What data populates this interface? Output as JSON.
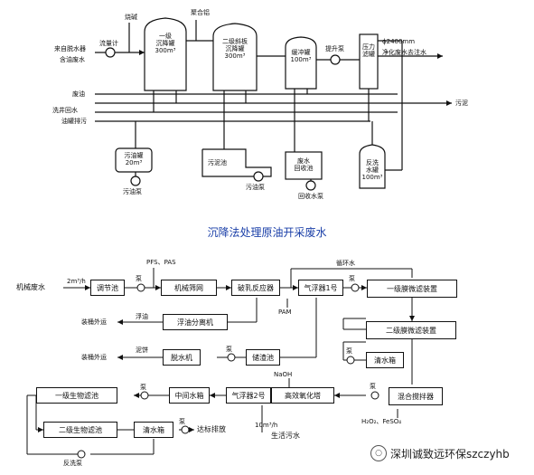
{
  "top_diagram": {
    "caption": "沉降法处理原油开采废水",
    "inlet_labels": {
      "line1": "来自脱水器",
      "line2": "含油废水"
    },
    "left_labels": {
      "waste_oil": "废油",
      "backwash": "洗井回水",
      "drain": "油罐排污"
    },
    "flow_meter": "流量计",
    "chemical_1": "烧碱",
    "chemical_2": "聚合铝",
    "tank_1": {
      "line1": "一级",
      "line2": "沉降罐",
      "line3": "300m³"
    },
    "tank_2": {
      "line1": "二级斜板",
      "line2": "沉降罐",
      "line3": "300m³"
    },
    "tank_3": {
      "line1": "缓冲罐",
      "line2": "100m³"
    },
    "lift_pump": "提升泵",
    "pressure_filter": {
      "line1": "压力",
      "line2": "滤罐"
    },
    "diameter": "ϕ2400mm",
    "outlet": "净化废水去注水",
    "sludge": "污泥",
    "sump_tank": {
      "line1": "污油罐",
      "line2": "20m³"
    },
    "sump_pump": "污油泵",
    "sludge_pond": "污泥池",
    "sludge_pump": "污油泵",
    "recovery_tank": {
      "line1": "废水",
      "line2": "回收池"
    },
    "recovery_pump": "回收水泵",
    "backwash_tank": {
      "line1": "反洗",
      "line2": "水罐",
      "line3": "100m³"
    }
  },
  "bottom_diagram": {
    "input": "机械废水",
    "flow_rate_1": "2m³/h",
    "reagents_1": "PFS、PAS",
    "pump_labels": {
      "p1": "泵",
      "p2": "泵",
      "p3": "泵",
      "p4": "泵",
      "p5": "泵",
      "p6": "泵",
      "p7": "泵"
    },
    "regulating_tank": "调节池",
    "mechanical_screen": "机械筛网",
    "demulsify_reactor": "破乳反应器",
    "float_1": "气浮器1号",
    "circulating_water": "循环水",
    "filter_1": "一级膜微滤装置",
    "filter_2": "二级膜微滤装置",
    "pam": "PAM",
    "floating_oil": "浮油",
    "oil_separator": "浮油分离机",
    "barrel_1": "装桶外运",
    "mud_cake": "泥饼",
    "dewater": "脱水机",
    "residue_tank": "储渣池",
    "barrel_2": "装桶外运",
    "clear_tank_right": "清水箱",
    "naoh": "NaOH",
    "bio_filter_1": "一级生物滤池",
    "middle_tank": "中间水箱",
    "float_2": "气浮器2号",
    "oxidation_tower": "高效氧化塔",
    "mixer": "混合搅拌器",
    "reagents_2": "H₂O₂、FeSO₄",
    "bio_filter_2": "二级生物滤池",
    "clear_tank_bottom": "清水箱",
    "discharge": "达标排放",
    "flow_rate_2": "10m³/h",
    "domestic_sewage": "生活污水",
    "backwash_pump": "反洗泵"
  },
  "watermark": "深圳诚致远环保szczyhb"
}
